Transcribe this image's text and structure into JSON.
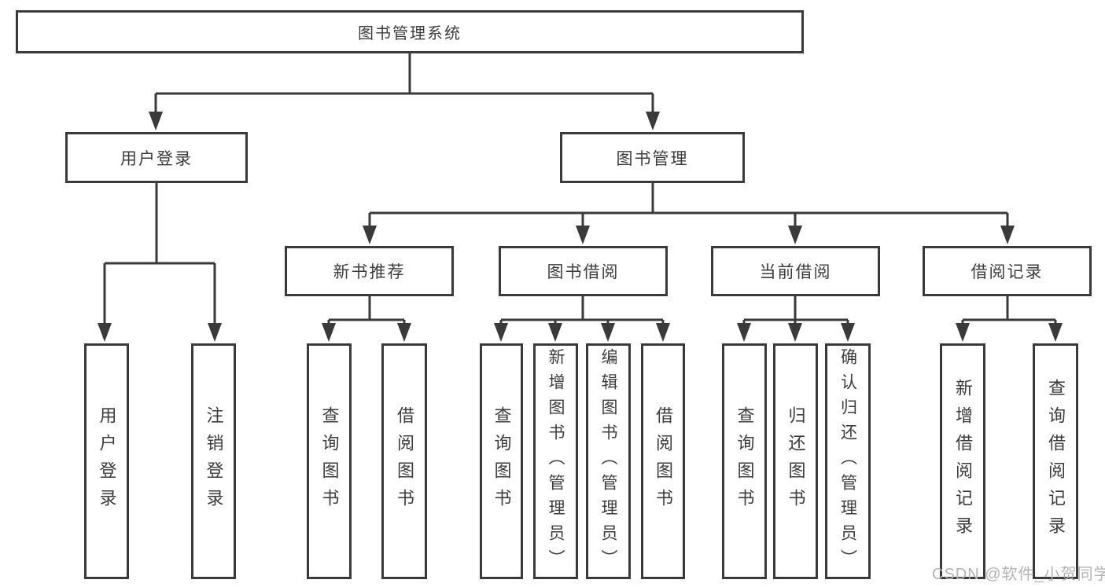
{
  "tree": {
    "root": {
      "label": "图书管理系统"
    },
    "user_login": {
      "label": "用户登录",
      "children": {
        "login": {
          "label": "用户登录"
        },
        "logout": {
          "label": "注销登录"
        }
      }
    },
    "book_management": {
      "label": "图书管理",
      "children": {
        "new_book_recommend": {
          "label": "新书推荐",
          "children": {
            "query_books": {
              "label": "查询图书"
            },
            "borrow_books": {
              "label": "借阅图书"
            }
          }
        },
        "book_borrowing": {
          "label": "图书借阅",
          "children": {
            "query_books": {
              "label": "查询图书"
            },
            "add_books_admin": {
              "label": "新增图书（管理员）"
            },
            "edit_books_admin": {
              "label": "编辑图书（管理员）"
            },
            "borrow_books": {
              "label": "借阅图书"
            }
          }
        },
        "current_borrowing": {
          "label": "当前借阅",
          "children": {
            "query_books": {
              "label": "查询图书"
            },
            "return_books": {
              "label": "归还图书"
            },
            "confirm_return_admin": {
              "label": "确认归还（管理员）"
            }
          }
        },
        "borrowing_records": {
          "label": "借阅记录",
          "children": {
            "add_borrow_record": {
              "label": "新增借阅记录"
            },
            "query_borrow_record": {
              "label": "查询借阅记录"
            }
          }
        }
      }
    }
  },
  "watermark": {
    "text": "CSDN @软件_小贺同学"
  },
  "colors": {
    "line": "#3a3a3a",
    "text": "#3c3c3c",
    "watermark_text": "#b3b3b3",
    "background": "#ffffff"
  }
}
